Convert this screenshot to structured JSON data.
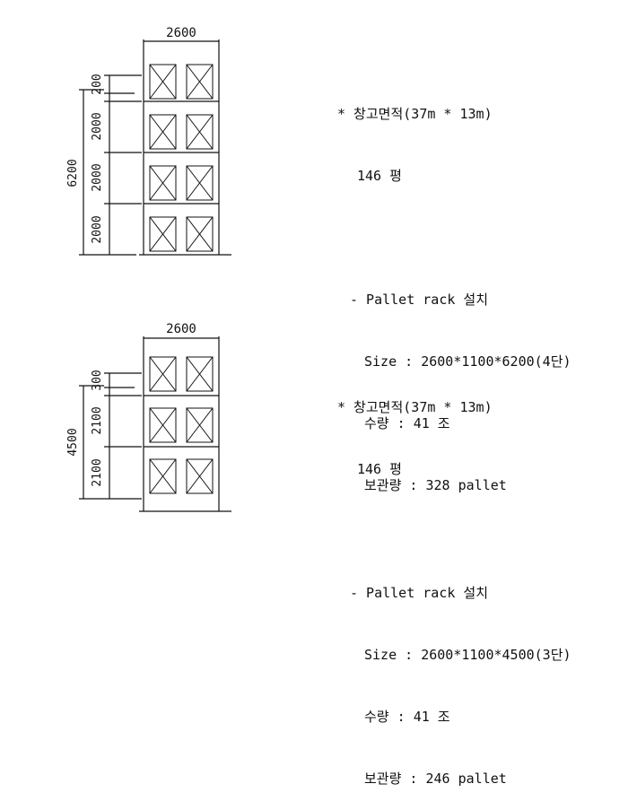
{
  "racks": [
    {
      "width_label": "2600",
      "total_label": "6200",
      "level_labels": [
        "200",
        "2000",
        "2000",
        "2000"
      ],
      "notes": {
        "area": "* 창고면적(37m * 13m)",
        "pyeong": "146 평",
        "install": "- Pallet rack 설치",
        "size": "Size : 2600*1100*6200(4단)",
        "qty": "수량 : 41 조",
        "storage": "보관량 : 328 pallet"
      }
    },
    {
      "width_label": "2600",
      "total_label": "4500",
      "level_labels": [
        "300",
        "2100",
        "2100"
      ],
      "notes": {
        "area": "* 창고면적(37m * 13m)",
        "pyeong": "146 평",
        "install": "- Pallet rack 설치",
        "size": "Size : 2600*1100*4500(3단)",
        "qty": "수량 : 41 조",
        "storage": "보관량 : 246 pallet"
      }
    }
  ]
}
